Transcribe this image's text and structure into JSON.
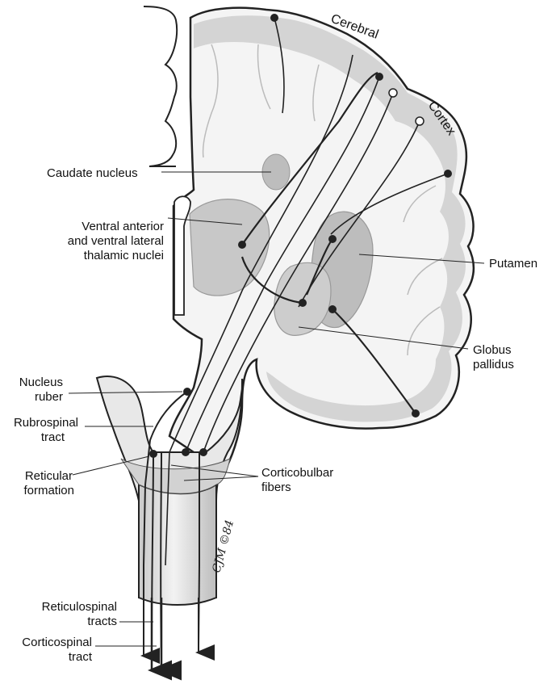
{
  "labels": {
    "cerebral": "Cerebral",
    "cortex": "Cortex",
    "caudate": "Caudate nucleus",
    "thalamic_1": "Ventral anterior",
    "thalamic_2": "and ventral lateral",
    "thalamic_3": "thalamic nuclei",
    "putamen": "Putamen",
    "globus_1": "Globus",
    "globus_2": "pallidus",
    "ruber_1": "Nucleus",
    "ruber_2": "ruber",
    "rubrospinal_1": "Rubrospinal",
    "rubrospinal_2": "tract",
    "reticular_1": "Reticular",
    "reticular_2": "formation",
    "corticobulbar_1": "Corticobulbar",
    "corticobulbar_2": "fibers",
    "reticulospinal_1": "Reticulospinal",
    "reticulospinal_2": "tracts",
    "corticospinal_1": "Corticospinal",
    "corticospinal_2": "tract",
    "signature": "CJM ©84"
  },
  "colors": {
    "background": "#ffffff",
    "tissue": "#d9d9d9",
    "outline": "#222222",
    "nucleus": "#b9b9b9",
    "cord": "#e4e4e4"
  }
}
